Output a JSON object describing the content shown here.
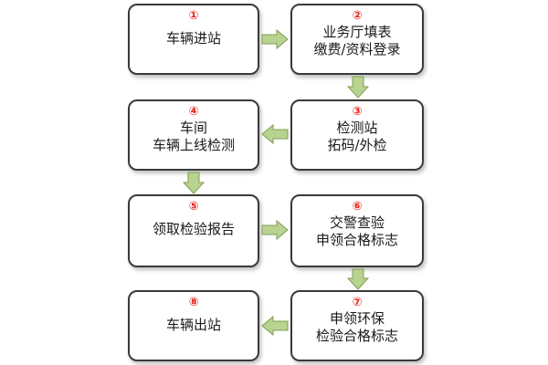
{
  "colors": {
    "number": "#e2231a",
    "border": "#3a3a3a",
    "arrow_fill": "#b8d38f",
    "arrow_stroke": "#7f9e55"
  },
  "steps": [
    {
      "num": "①",
      "lines": [
        "车辆进站"
      ]
    },
    {
      "num": "②",
      "lines": [
        "业务厅填表",
        "缴费/资料登录"
      ]
    },
    {
      "num": "③",
      "lines": [
        "检测站",
        "拓码/外检"
      ]
    },
    {
      "num": "④",
      "lines": [
        "车间",
        "车辆上线检测"
      ]
    },
    {
      "num": "⑤",
      "lines": [
        "领取检验报告"
      ]
    },
    {
      "num": "⑥",
      "lines": [
        "交警查验",
        "申领合格标志"
      ]
    },
    {
      "num": "⑦",
      "lines": [
        "申领环保",
        "检验合格标志"
      ]
    },
    {
      "num": "⑧",
      "lines": [
        "车辆出站"
      ]
    }
  ],
  "flow": [
    {
      "from": 1,
      "to": 2,
      "direction": "right"
    },
    {
      "from": 2,
      "to": 3,
      "direction": "down"
    },
    {
      "from": 3,
      "to": 4,
      "direction": "left"
    },
    {
      "from": 4,
      "to": 5,
      "direction": "down"
    },
    {
      "from": 5,
      "to": 6,
      "direction": "right"
    },
    {
      "from": 6,
      "to": 7,
      "direction": "down"
    },
    {
      "from": 7,
      "to": 8,
      "direction": "left"
    }
  ]
}
